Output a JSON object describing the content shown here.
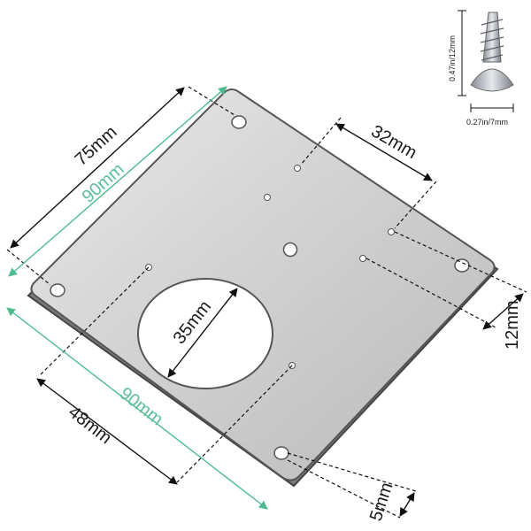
{
  "labels": {
    "plate_width_outer": "75mm",
    "plate_width_outer_green": "90mm",
    "plate_height_left_green": "90mm",
    "plate_height_left_black": "48mm",
    "hole_diameter": "35mm",
    "hole_spacing_top": "32mm",
    "hole_spacing_right": "12mm",
    "bottom_edge_offset": "5mm",
    "screw_length": "0.47in/12mm",
    "screw_width": "0.27in/7mm"
  },
  "colors": {
    "dimension_black": "#111111",
    "dimension_green": "#4dbb8f",
    "plate_fill": "#cfcfcf",
    "plate_edge": "#4a4a4a"
  }
}
